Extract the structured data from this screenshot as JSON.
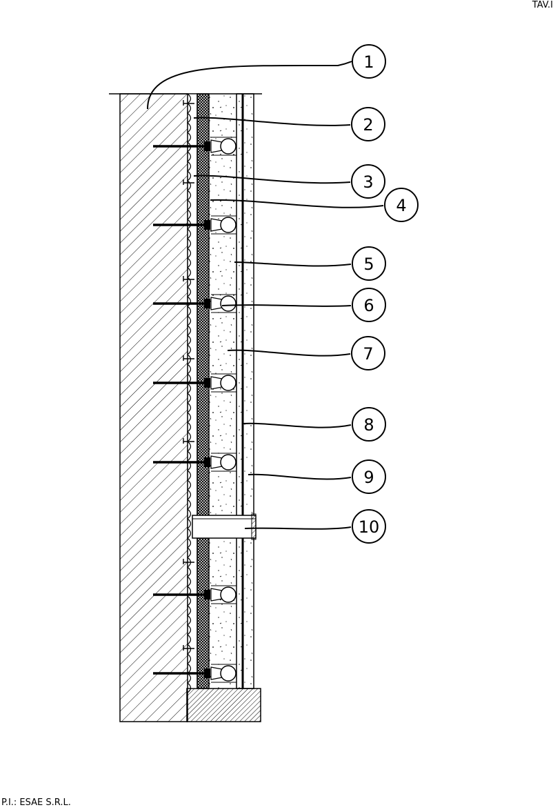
{
  "header": {
    "sheet_code": "TAV.I"
  },
  "footer": {
    "credit": "P.I.: ESAE S.R.L."
  },
  "callouts": [
    {
      "label": "1"
    },
    {
      "label": "2"
    },
    {
      "label": "3"
    },
    {
      "label": "4"
    },
    {
      "label": "5"
    },
    {
      "label": "6"
    },
    {
      "label": "7"
    },
    {
      "label": "8"
    },
    {
      "label": "9"
    },
    {
      "label": "10"
    }
  ],
  "colors": {
    "line": "#000000",
    "background": "#ffffff",
    "hatch": "#000000"
  }
}
